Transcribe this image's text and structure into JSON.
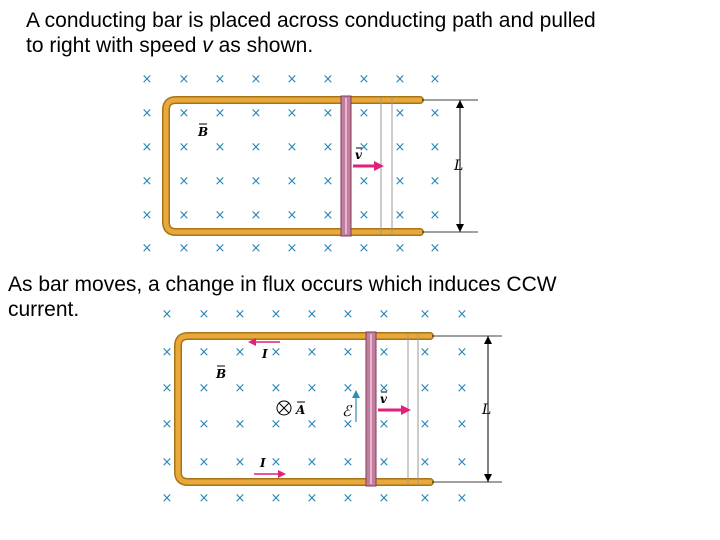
{
  "text": {
    "paragraph_1_line_1": "A conducting bar is placed across conducting path and pulled",
    "paragraph_1_line_2_a": "to right with speed ",
    "paragraph_1_line_2_v": "v",
    "paragraph_1_line_2_b": " as shown.",
    "paragraph_2_line_1": "As bar moves, a change in flux occurs which induces CCW",
    "paragraph_2_line_2": "current."
  },
  "figure_1": {
    "field_label": "B",
    "velocity_label": "v",
    "length_label": "L",
    "field_symbol": "×"
  },
  "figure_2": {
    "field_label": "B",
    "velocity_label": "v",
    "length_label": "L",
    "area_label": "A",
    "emf_label": "ℰ",
    "current_label_top": "I",
    "current_label_bottom": "I",
    "field_symbol": "×"
  },
  "colors": {
    "rail": "#e8a93a",
    "rail_dark": "#a8741a",
    "bar": "#c27e9e",
    "bar_dark": "#7d3d5c",
    "arrow_magenta": "#e0217a",
    "field_x": "#2a86b8",
    "emf_arrow": "#2a8fb0"
  }
}
